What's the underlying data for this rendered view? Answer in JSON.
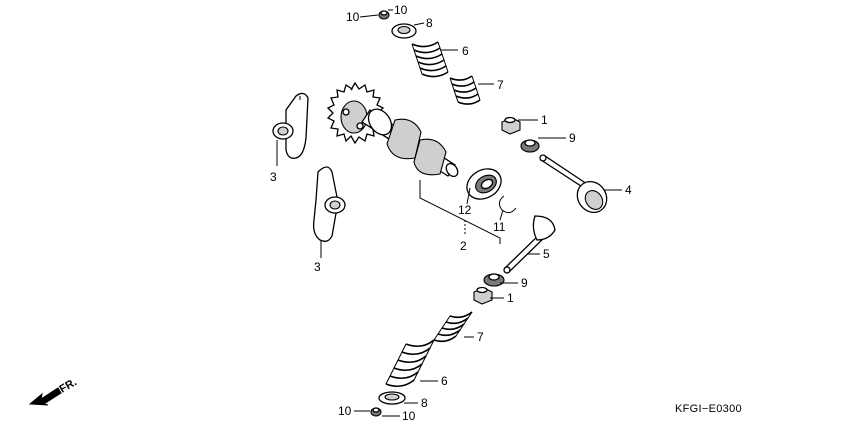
{
  "diagram": {
    "reference_code": "KFGI−E0300",
    "direction_label": "FR.",
    "callouts": {
      "c1_top": "1",
      "c1_bottom": "1",
      "c2": "2",
      "c3_top": "3",
      "c3_bottom": "3",
      "c4": "4",
      "c5": "5",
      "c6_top": "6",
      "c6_bottom": "6",
      "c7_top": "7",
      "c7_bottom": "7",
      "c8_top": "8",
      "c8_bottom": "8",
      "c9_top": "9",
      "c9_bottom": "9",
      "c10_top_left": "10",
      "c10_top_right": "10",
      "c10_bottom_left": "10",
      "c10_bottom_right": "10",
      "c11": "11",
      "c12": "12"
    }
  }
}
